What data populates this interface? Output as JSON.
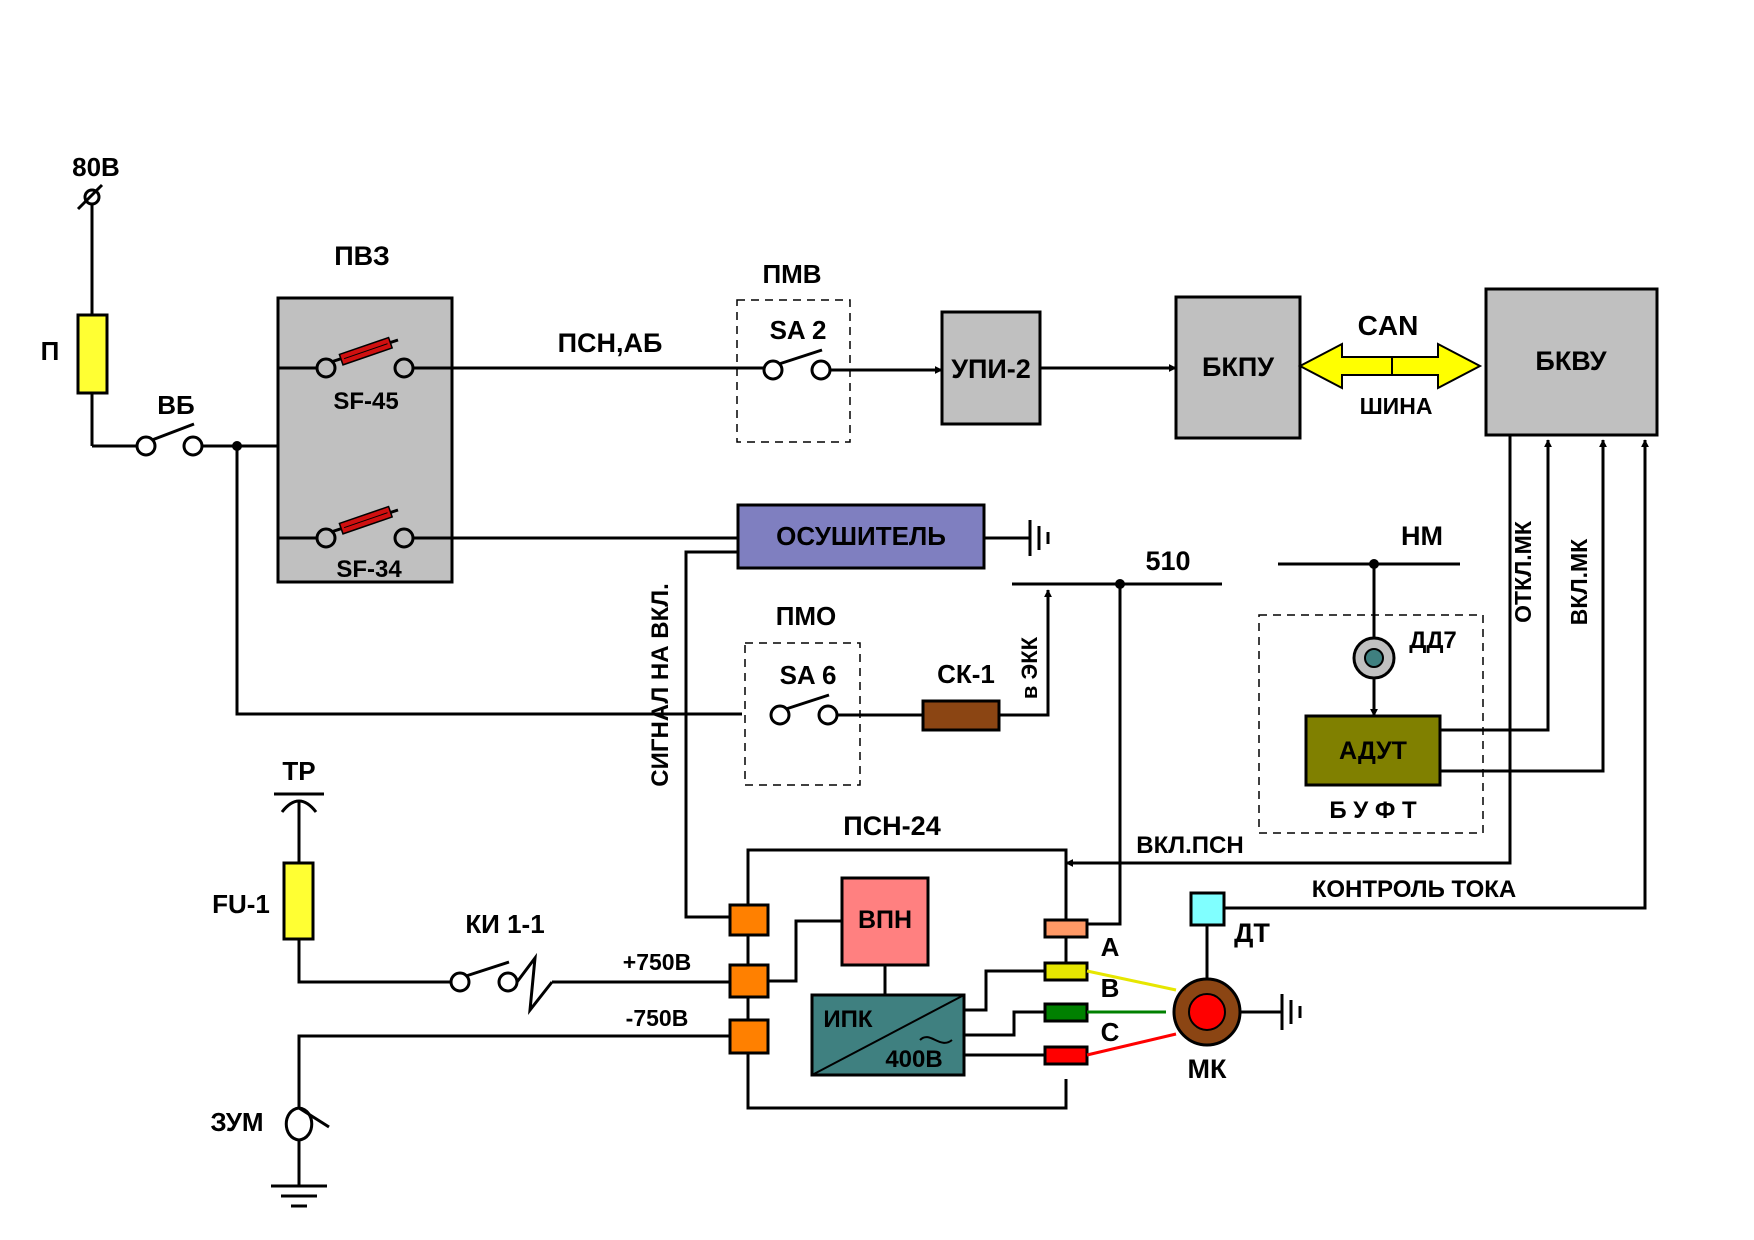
{
  "labels": {
    "supply_80v": "80В",
    "fuse_p": "П",
    "switch_vb": "ВБ",
    "pvz": "ПВЗ",
    "sf45": "SF-45",
    "sf34": "SF-34",
    "psn_ab": "ПСН,АБ",
    "pmv": "ПМВ",
    "sa2": "SA 2",
    "upi2": "УПИ-2",
    "bkpu": "БКПУ",
    "can": "CAN",
    "shina": "ШИНА",
    "bkvu": "БКВУ",
    "osushitel": "ОСУШИТЕЛЬ",
    "bus_510": "510",
    "nm": "НМ",
    "dd7": "ДД7",
    "adut": "АДУТ",
    "buft": "Б У Ф Т",
    "otkl_mk": "ОТКЛ.МК",
    "vkl_mk": "ВКЛ.МК",
    "signal_na_vkl": "СИГНАЛ НА ВКЛ.",
    "pmo": "ПМО",
    "sa6": "SA 6",
    "sk1": "СК-1",
    "v_ekk": "в ЭКК",
    "tr": "ТР",
    "fu1": "FU-1",
    "ki11": "КИ 1-1",
    "plus750": "+750В",
    "minus750": "-750В",
    "psn24": "ПСН-24",
    "vpn": "ВПН",
    "ipk": "ИПК",
    "v400": "400В",
    "vkl_psn": "ВКЛ.ПСН",
    "kontrol_toka": "КОНТРОЛЬ ТОКА",
    "dt": "ДТ",
    "phase_a": "А",
    "phase_b": "В",
    "phase_c": "С",
    "mk": "МК",
    "zum": "ЗУМ"
  },
  "colors": {
    "block_gray": "#c0c0c0",
    "osushitel": "#7f7fc0",
    "fuse_yellow": "#ffff33",
    "sk1_brown": "#8b4513",
    "adut_olive": "#808000",
    "terminal_orange": "#ff8000",
    "vpn_pink": "#ff8080",
    "ipk_teal": "#3f8080",
    "phase_a": "#e6e600",
    "phase_b": "#008000",
    "phase_c": "#ff0000",
    "dt_cyan": "#80ffff",
    "mk_ring": "#8b4513",
    "mk_core": "#ff0000",
    "can_arrow": "#ffff00",
    "breaker_red": "#d01010"
  }
}
